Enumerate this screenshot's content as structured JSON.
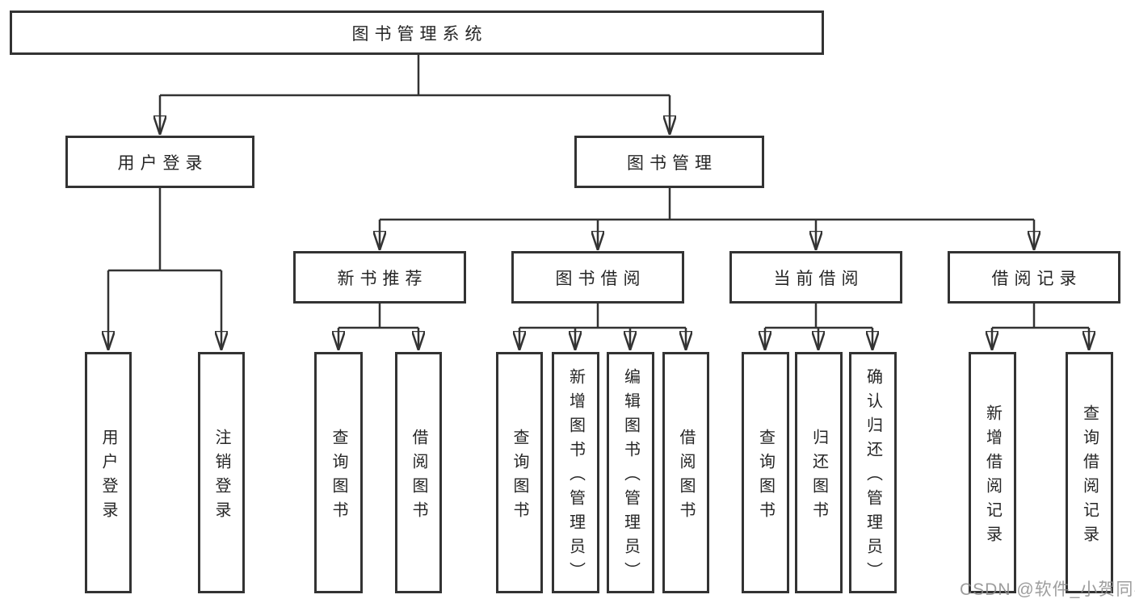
{
  "tree": {
    "root": {
      "label": "图书管理系统"
    },
    "children": [
      {
        "label": "用户登录",
        "children": [
          {
            "label": "用户登录"
          },
          {
            "label": "注销登录"
          }
        ]
      },
      {
        "label": "图书管理",
        "children": [
          {
            "label": "新书推荐",
            "children": [
              {
                "label": "查询图书"
              },
              {
                "label": "借阅图书"
              }
            ]
          },
          {
            "label": "图书借阅",
            "children": [
              {
                "label": "查询图书"
              },
              {
                "label": "新增图书（管理员）"
              },
              {
                "label": "编辑图书（管理员）"
              },
              {
                "label": "借阅图书"
              }
            ]
          },
          {
            "label": "当前借阅",
            "children": [
              {
                "label": "查询图书"
              },
              {
                "label": "归还图书"
              },
              {
                "label": "确认归还（管理员）"
              }
            ]
          },
          {
            "label": "借阅记录",
            "children": [
              {
                "label": "新增借阅记录"
              },
              {
                "label": "查询借阅记录"
              }
            ]
          }
        ]
      }
    ]
  },
  "watermark": {
    "text": "CSDN @软件_小贺同学"
  },
  "colors": {
    "background": "#ffffff",
    "line": "#333333",
    "box_border": "#333333",
    "box_fill": "#ffffff",
    "text": "#262626",
    "watermark": "#8c8c8c"
  }
}
